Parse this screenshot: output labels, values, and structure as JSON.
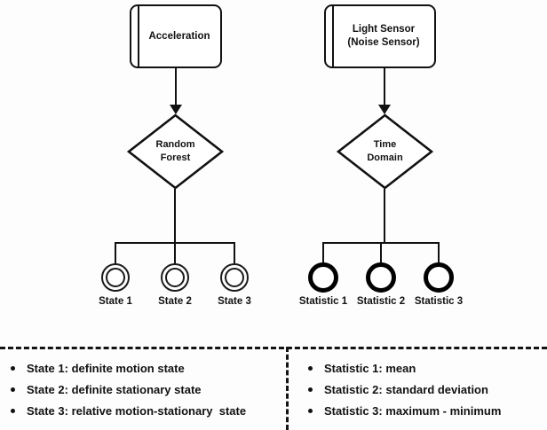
{
  "diagram": {
    "title": "Sensor processing pipeline diagram",
    "colors": {
      "stroke": "#111111",
      "background": "#fdfdfd",
      "divider": "#141414"
    },
    "branches": [
      {
        "id": "acceleration",
        "source_label": "Acceleration",
        "method_label": "Random\nForest",
        "outputs": [
          {
            "label": "State 1"
          },
          {
            "label": "State 2"
          },
          {
            "label": "State 3"
          }
        ],
        "node_style": "double-ring"
      },
      {
        "id": "light-sensor",
        "source_label": "Light Sensor\n(Noise Sensor)",
        "method_label": "Time\nDomain",
        "outputs": [
          {
            "label": "Statistic 1"
          },
          {
            "label": "Statistic 2"
          },
          {
            "label": "Statistic 3"
          }
        ],
        "node_style": "thick-ring"
      }
    ]
  },
  "legend": {
    "left": {
      "items": [
        "State 1: definite motion state",
        "State 2: definite stationary state",
        "State 3: relative motion-stationary  state"
      ]
    },
    "right": {
      "items": [
        "Statistic 1: mean",
        "Statistic 2: standard deviation",
        "Statistic 3: maximum - minimum"
      ]
    }
  }
}
